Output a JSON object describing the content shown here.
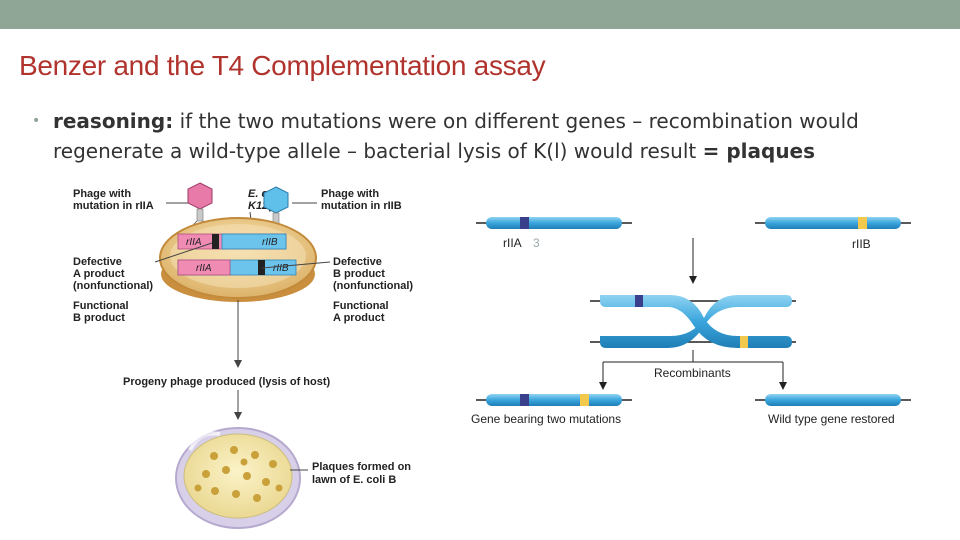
{
  "slide": {
    "title": "Benzer and the T4 Complementation assay",
    "bullet_lead": "reasoning:",
    "bullet_text": " if the two mutations were on different genes – recombination would regenerate a wild-type allele – bacterial lysis of K(l) would result ",
    "bullet_tail": "= plaques"
  },
  "left_figure": {
    "phage_rIIA_l1": "Phage with",
    "phage_rIIA_l2": "mutation in rIIA",
    "ecoli_l1": "E. coli",
    "ecoli_l2": "K12(λ)",
    "phage_rIIB_l1": "Phage with",
    "phage_rIIB_l2": "mutation in rIIB",
    "chrom1_a": "rIIA",
    "chrom1_b": "rIIB",
    "chrom2_a": "rIIA",
    "chrom2_b": "rIIB",
    "def_a_l1": "Defective",
    "def_a_l2": "A product",
    "def_a_l3": "(nonfunctional)",
    "func_b_l1": "Functional",
    "func_b_l2": "B product",
    "def_b_l1": "Defective",
    "def_b_l2": "B product",
    "def_b_l3": "(nonfunctional)",
    "func_a_l1": "Functional",
    "func_a_l2": "A product",
    "progeny": "Progeny phage produced (lysis of host)",
    "plaques_l1": "Plaques formed on",
    "plaques_l2": "lawn of E. coli B"
  },
  "right_figure": {
    "label_riia": "rIIA",
    "label_b_frag": "3",
    "label_riib": "rIIB",
    "recombinants": "Recombinants",
    "two_mutations": "Gene bearing two mutations",
    "wild_type": "Wild type gene restored"
  },
  "colors": {
    "title": "#b0342d",
    "topbar": "#8fa596",
    "chromosome_blue": "#4fb3e0",
    "mutation_dark": "#3a3f8c",
    "mutation_yellow": "#f2c94c",
    "ecoli_tan": "#e8c98a",
    "chrom_pink": "#f08bb4"
  }
}
